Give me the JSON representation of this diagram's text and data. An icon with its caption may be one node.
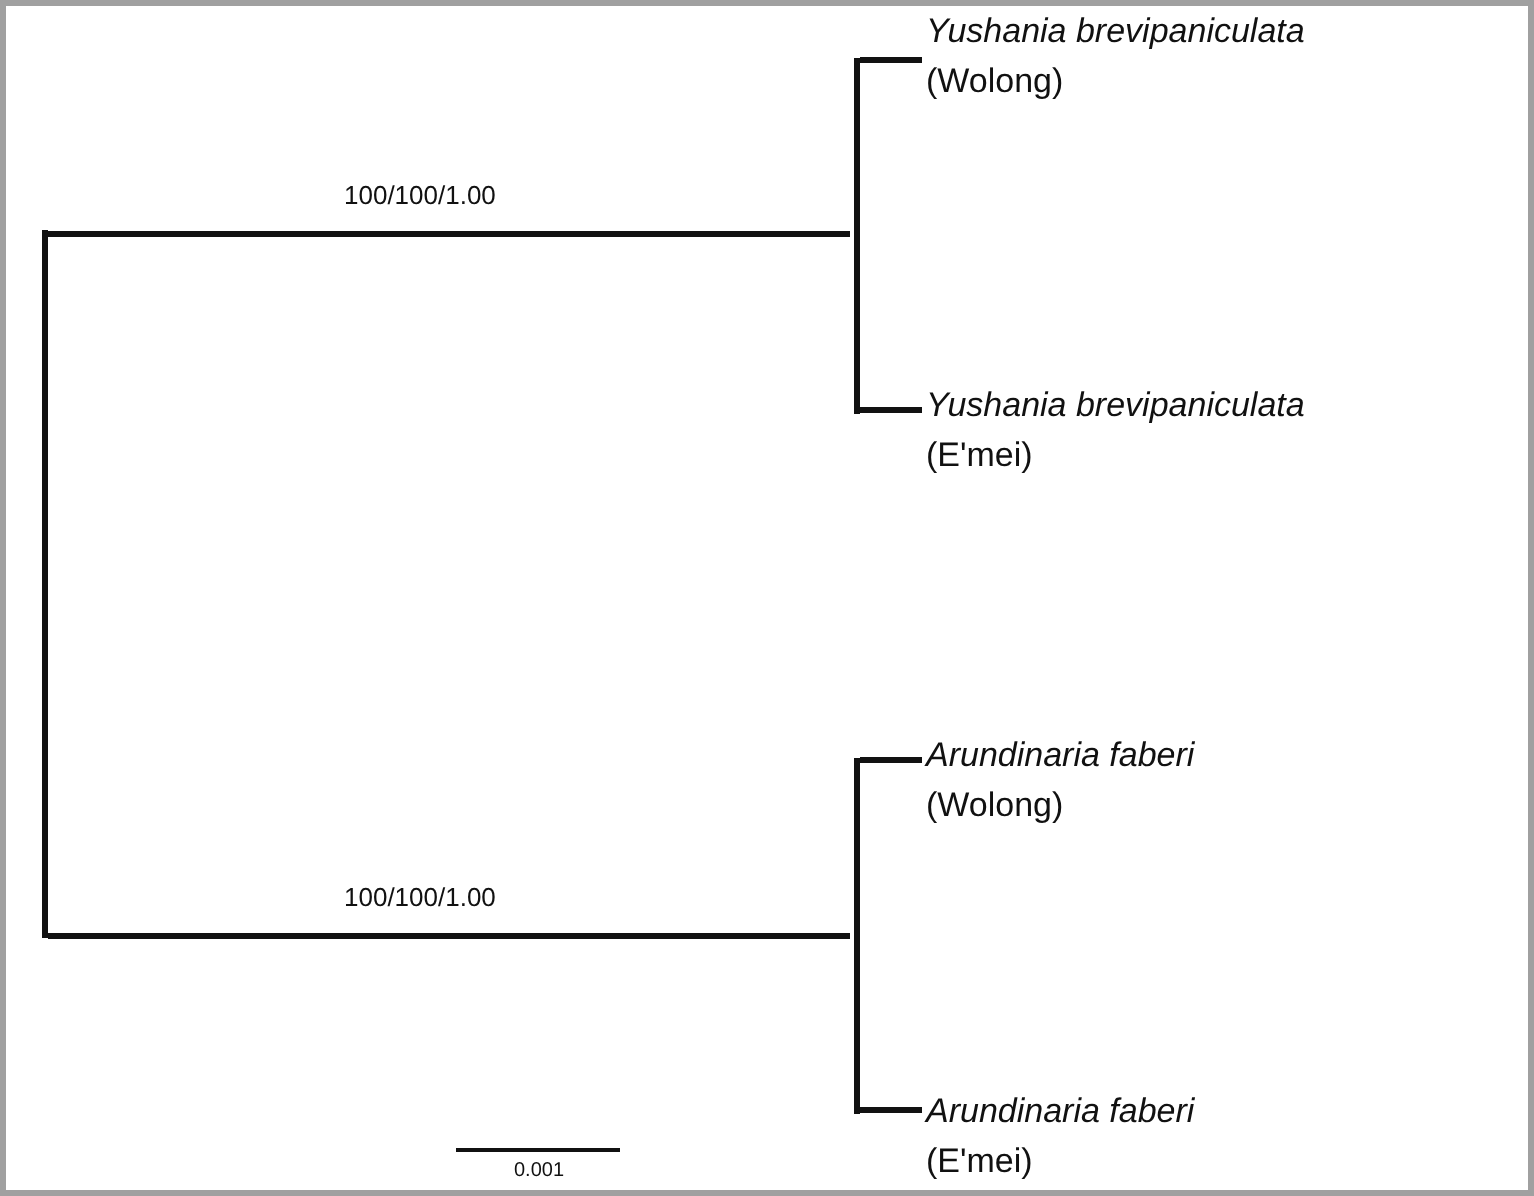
{
  "diagram": {
    "nodes": [
      {
        "text": [],
        "shape": "bar"
      },
      {
        "text": [],
        "shape": "bar"
      },
      {
        "text": [
          "Yushania brevipaniculata",
          "(Wolong)"
        ]
      },
      {
        "text": [
          "Yushania brevipaniculata",
          "(E'mei)"
        ]
      },
      {
        "text": [],
        "shape": "bar"
      },
      {
        "text": [
          "Arundinaria faberi",
          "(Wolong)"
        ]
      },
      {
        "text": [
          "Arundinaria faberi",
          "(E'mei)"
        ]
      }
    ],
    "edges": [
      {
        "from": 0,
        "to": 1,
        "arrow": "none",
        "label": "100/100/1.00"
      },
      {
        "from": 1,
        "to": 2,
        "arrow": "none"
      },
      {
        "from": 1,
        "to": 3,
        "arrow": "none"
      },
      {
        "from": 0,
        "to": 4,
        "arrow": "none",
        "label": "100/100/1.00"
      },
      {
        "from": 4,
        "to": 5,
        "arrow": "none"
      },
      {
        "from": 4,
        "to": 6,
        "arrow": "none"
      }
    ],
    "labels": [
      "0.001"
    ]
  }
}
